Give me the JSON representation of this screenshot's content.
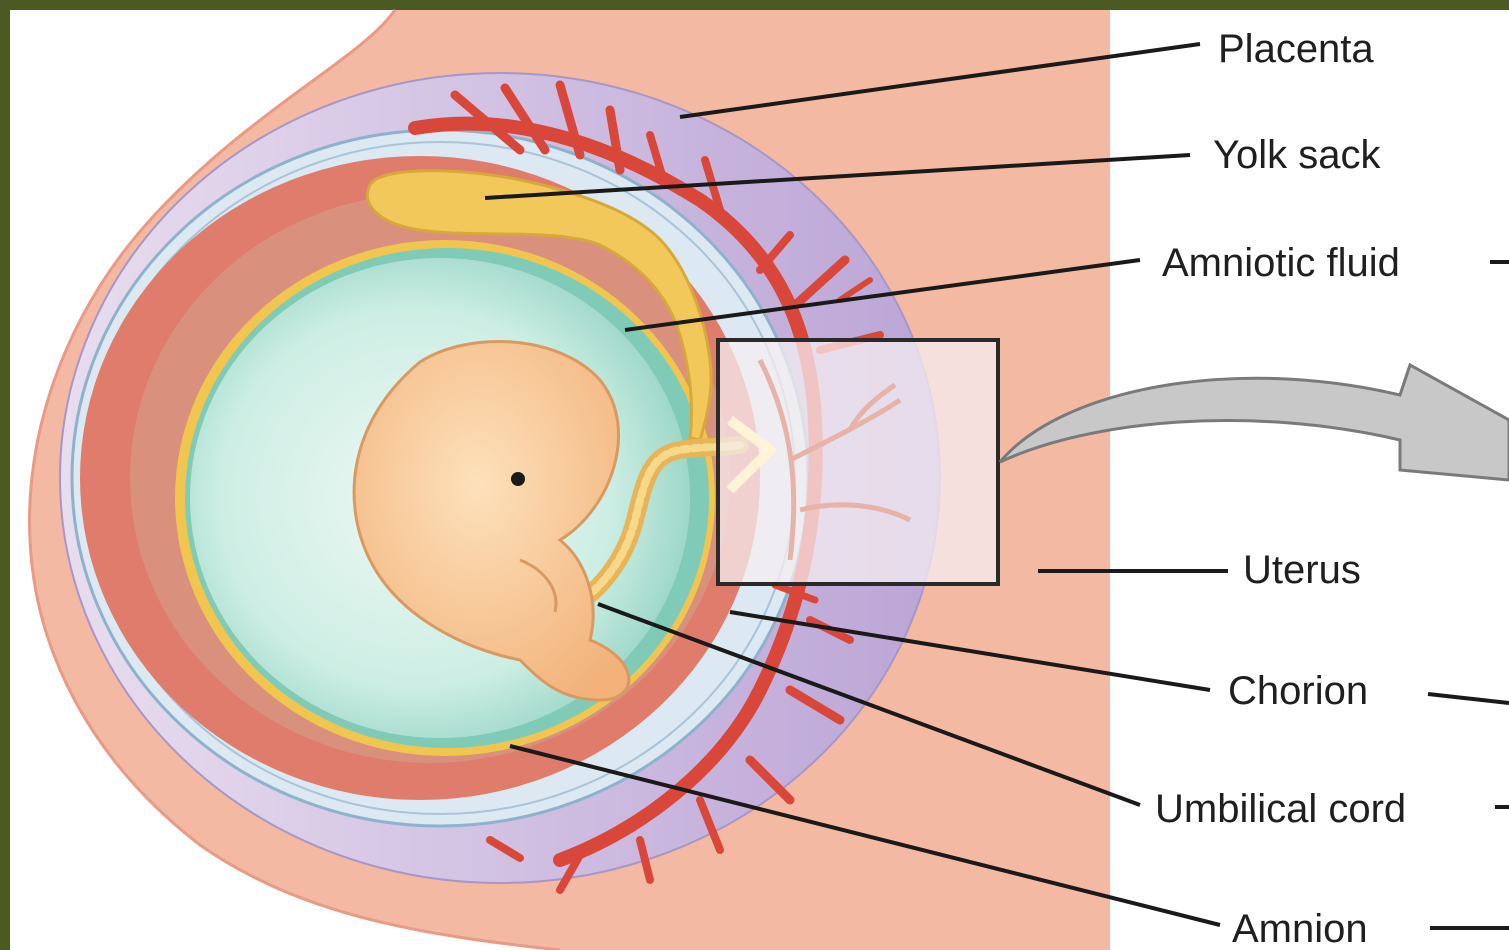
{
  "labels": {
    "placenta": "Placenta",
    "yolk_sack": "Yolk sack",
    "amniotic_fluid": "Amniotic fluid",
    "uterus": "Uterus",
    "chorion": "Chorion",
    "umbilical_cord": "Umbilical cord",
    "amnion": "Amnion"
  },
  "colors": {
    "frame": "#4a5a22",
    "uterus_tissue": "#f3b7a0",
    "placenta": "#d6c2e2",
    "chorion_band": "#e07a6a",
    "amniotic_fluid": "#8ccfbf",
    "embryo": "#f8c58f",
    "yolk_sack": "#f2c85a",
    "blood_vessels": "#d9473a"
  }
}
